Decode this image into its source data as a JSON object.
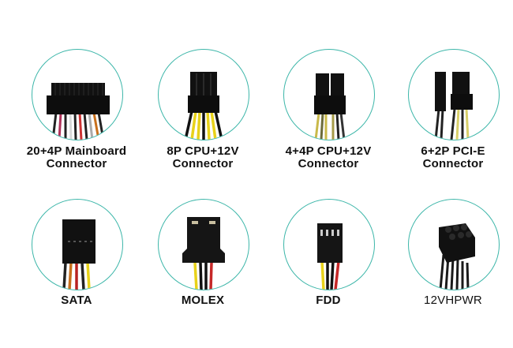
{
  "accent_color": "#3cb6a9",
  "connectors": [
    {
      "id": "mainboard",
      "line1": "20+4P Mainboard",
      "line2": "Connector",
      "icon": "atx-24pin-connector-icon"
    },
    {
      "id": "cpu8",
      "line1": "8P CPU+12V",
      "line2": "Connector",
      "icon": "eps-8pin-connector-icon"
    },
    {
      "id": "cpu44",
      "line1": "4+4P CPU+12V",
      "line2": "Connector",
      "icon": "eps-4plus4-connector-icon"
    },
    {
      "id": "pcie",
      "line1": "6+2P PCI-E",
      "line2": "Connector",
      "icon": "pcie-6plus2-connector-icon"
    },
    {
      "id": "sata",
      "line1": "SATA",
      "line2": "",
      "icon": "sata-connector-icon"
    },
    {
      "id": "molex",
      "line1": "MOLEX",
      "line2": "",
      "icon": "molex-connector-icon"
    },
    {
      "id": "fdd",
      "line1": "FDD",
      "line2": "",
      "icon": "fdd-connector-icon"
    },
    {
      "id": "hpwr",
      "line1": "12VHPWR",
      "line2": "",
      "icon": "12vhpwr-connector-icon"
    }
  ]
}
